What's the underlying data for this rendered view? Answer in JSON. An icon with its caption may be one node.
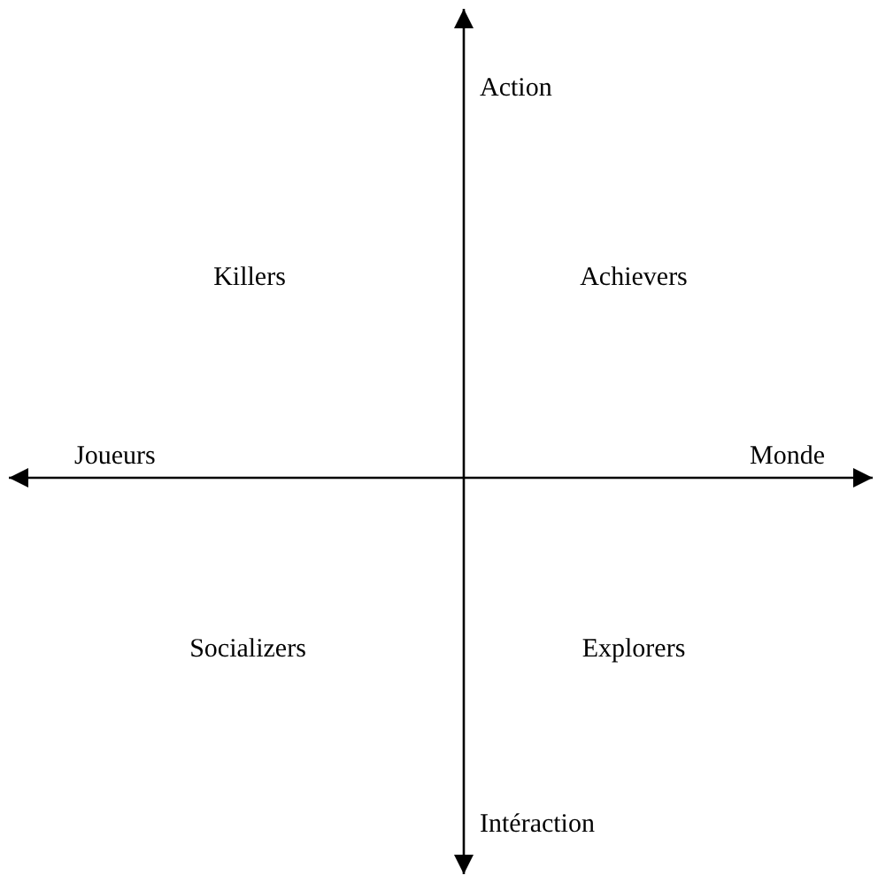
{
  "diagram": {
    "labels": [
      "Action",
      "Killers",
      "Achievers",
      "Joueurs",
      "Monde",
      "Socializers",
      "Explorers",
      "Intéraction"
    ]
  }
}
